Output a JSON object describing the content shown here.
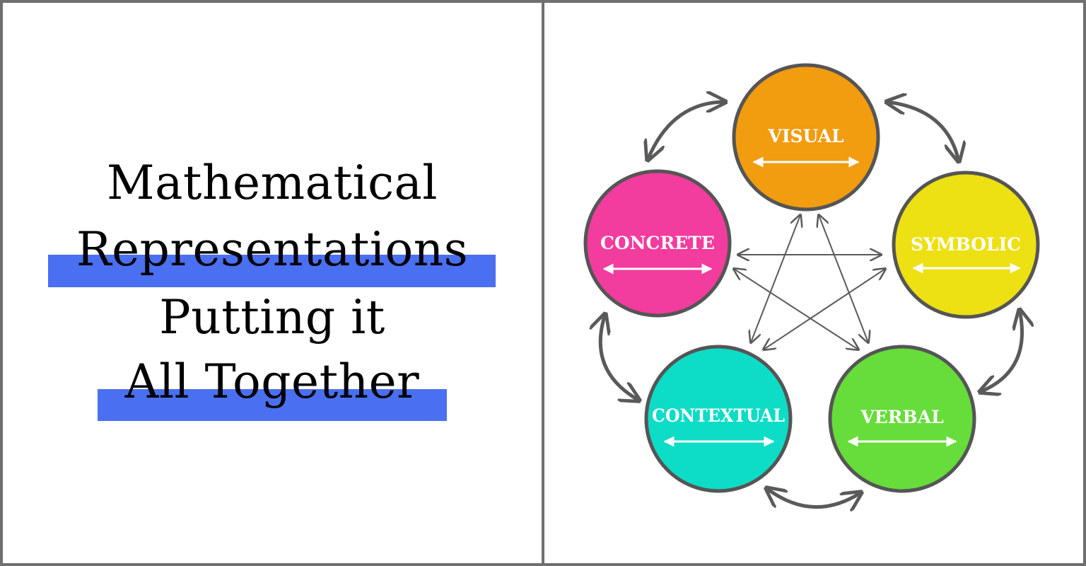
{
  "title": {
    "line1": "Mathematical",
    "line2": "Representations",
    "line3": "Putting it",
    "line4": "All Together"
  },
  "colors": {
    "highlight": "#4a6ff0",
    "border": "#6f6f6f",
    "arrow": "#5a5a5a",
    "visual": "#f29c10",
    "symbolic": "#ede013",
    "verbal": "#66dd3a",
    "contextual": "#0ddcc6",
    "concrete": "#f23c9e"
  },
  "diagram": {
    "nodes": {
      "visual": "VISUAL",
      "symbolic": "SYMBOLIC",
      "verbal": "VERBAL",
      "contextual": "CONTEXTUAL",
      "concrete": "CONCRETE"
    }
  }
}
